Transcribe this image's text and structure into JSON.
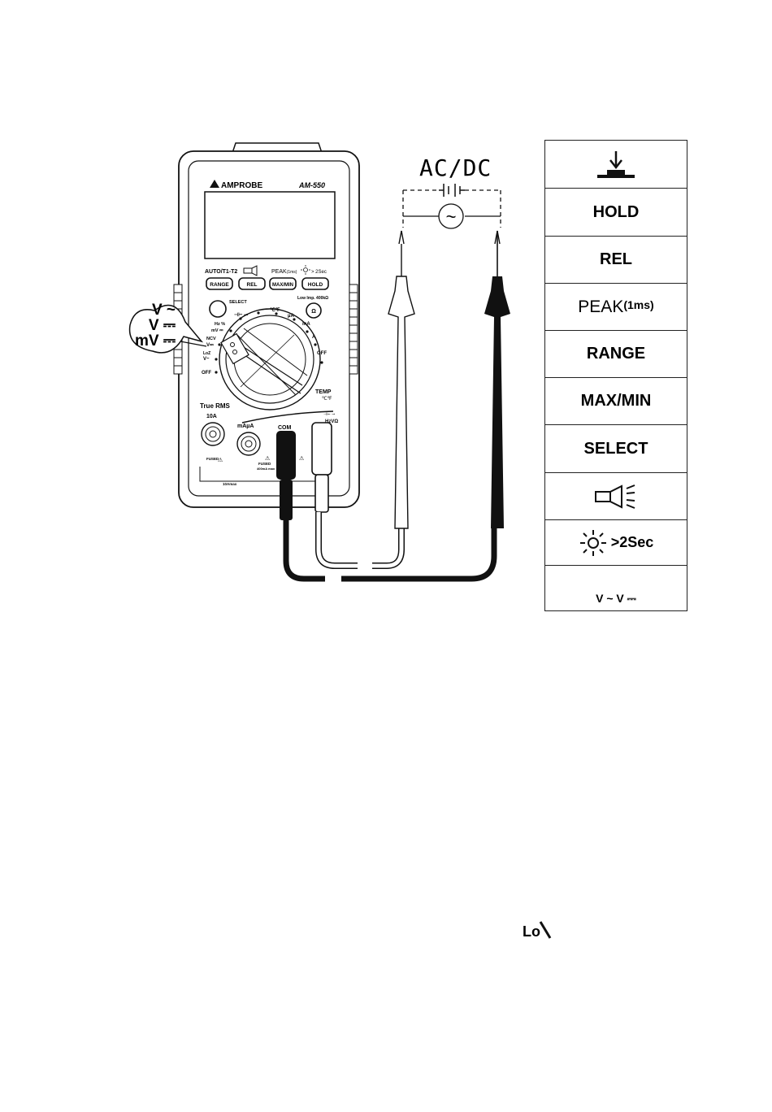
{
  "meter": {
    "brand": "AMPROBE",
    "model": "AM-550",
    "row_labels": {
      "auto": "AUTO/T1-T2",
      "peak": "PEAK",
      "peak_sub": "(1ms)",
      "backlight": "> 2Sec"
    },
    "buttons": [
      "RANGE",
      "REL",
      "MAX/MIN",
      "HOLD"
    ],
    "select_label": "SELECT",
    "lowimp_label": "Low Imp. 400kΩ",
    "dial": {
      "hz": "Hz %",
      "mv": "mV ⎓",
      "ncv": "NCV",
      "vdc": "V⎓",
      "vac": "V~",
      "off_left": "OFF",
      "off_right": "OFF",
      "ua": "µA",
      "ma": "mA",
      "a": "A",
      "temp_units": "℃℉",
      "diode": "⊣⊢ ⊸",
      "lo": "LoZ"
    },
    "true_rms": "True RMS",
    "temp": "TEMP",
    "temp_units": "℃℉",
    "jacks": {
      "a10": "10A",
      "maua": "mAµA",
      "com": "COM",
      "right": "HzVΩ"
    },
    "fused": "FUSED",
    "fused2": "FUSED",
    "ten_amax": "10Amax",
    "ma_max": "400mA max"
  },
  "callout": {
    "lines": [
      "V ~",
      "V ⎓",
      "mV ⎓"
    ]
  },
  "diagram": {
    "title": "AC/DC",
    "ac_symbol": "~"
  },
  "reference_table": {
    "rows": [
      {
        "label": "",
        "icon": "press-button-icon"
      },
      {
        "label": "HOLD"
      },
      {
        "label": "REL"
      },
      {
        "label": "PEAK",
        "sub": "(1ms)"
      },
      {
        "label": "RANGE"
      },
      {
        "label": "MAX/MIN"
      },
      {
        "label": "SELECT"
      },
      {
        "label": "",
        "icon": "flashlight-icon"
      },
      {
        "label": ">2Sec",
        "icon": "sun-icon"
      },
      {
        "label": "V ~ V ⎓"
      }
    ]
  },
  "bottom_symbol": "Lo"
}
